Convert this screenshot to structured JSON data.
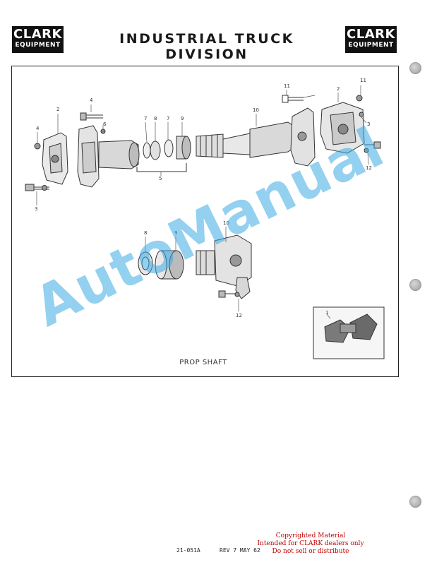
{
  "header": {
    "logo_left": {
      "line1": "CLARK",
      "line2": "EQUIPMENT"
    },
    "title": "INDUSTRIAL TRUCK DIVISION",
    "logo_right": {
      "line1": "CLARK",
      "line2": "EQUIPMENT"
    }
  },
  "figure": {
    "caption": "PROP SHAFT",
    "callouts": [
      "1",
      "2",
      "3",
      "4",
      "5",
      "6",
      "7",
      "8",
      "9",
      "10",
      "11",
      "12"
    ],
    "inset_label": "1"
  },
  "footer": {
    "doc_number": "21-051A",
    "revision": "REV 7 MAY 62"
  },
  "copyright": {
    "line1": "Copyrighted Material",
    "line2": "Intended for CLARK dealers only",
    "line3": "Do not sell or distribute"
  },
  "watermark": "AutoManual"
}
